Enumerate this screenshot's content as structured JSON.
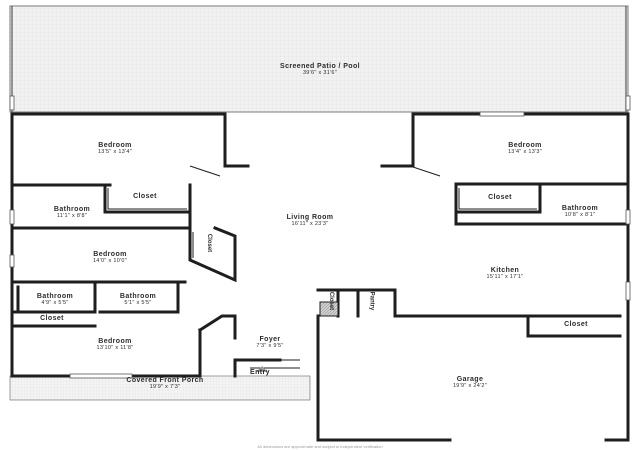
{
  "floorplan": {
    "rooms": [
      {
        "key": "patio",
        "name": "Screened Patio / Pool",
        "dims": "39'6\" x 31'6\""
      },
      {
        "key": "bed_nw",
        "name": "Bedroom",
        "dims": "13'5\" x 13'4\""
      },
      {
        "key": "bed_ne",
        "name": "Bedroom",
        "dims": "13'4\" x 13'3\""
      },
      {
        "key": "bath_w",
        "name": "Bathroom",
        "dims": "11'1\" x 8'8\""
      },
      {
        "key": "closet_w",
        "name": "Closet",
        "dims": ""
      },
      {
        "key": "living",
        "name": "Living Room",
        "dims": "16'11\" x 23'3\""
      },
      {
        "key": "closet_e",
        "name": "Closet",
        "dims": ""
      },
      {
        "key": "bath_e",
        "name": "Bathroom",
        "dims": "10'8\" x 8'1\""
      },
      {
        "key": "bed_mid",
        "name": "Bedroom",
        "dims": "14'0\" x 10'0\""
      },
      {
        "key": "kitchen",
        "name": "Kitchen",
        "dims": "15'11\" x 17'1\""
      },
      {
        "key": "bath_sm1",
        "name": "Bathroom",
        "dims": "4'9\" x 5'5\""
      },
      {
        "key": "bath_sm2",
        "name": "Bathroom",
        "dims": "5'1\" x 5'5\""
      },
      {
        "key": "closet_sw",
        "name": "Closet",
        "dims": ""
      },
      {
        "key": "closet_k",
        "name": "Closet",
        "dims": ""
      },
      {
        "key": "bed_sw",
        "name": "Bedroom",
        "dims": "13'10\" x 11'8\""
      },
      {
        "key": "foyer",
        "name": "Foyer",
        "dims": "7'3\" x 9'5\""
      },
      {
        "key": "entry",
        "name": "Entry",
        "dims": ""
      },
      {
        "key": "porch",
        "name": "Covered Front Porch",
        "dims": "19'9\" x 7'3\""
      },
      {
        "key": "garage",
        "name": "Garage",
        "dims": "19'9\" x 24'2\""
      }
    ],
    "vertical_labels": [
      {
        "key": "closet_liv",
        "text": "Closet"
      },
      {
        "key": "closet_g",
        "text": "Closet"
      },
      {
        "key": "pantry",
        "text": "Pantry"
      }
    ],
    "disclaimer": "All dimensions are approximate and subject to independent verification"
  }
}
